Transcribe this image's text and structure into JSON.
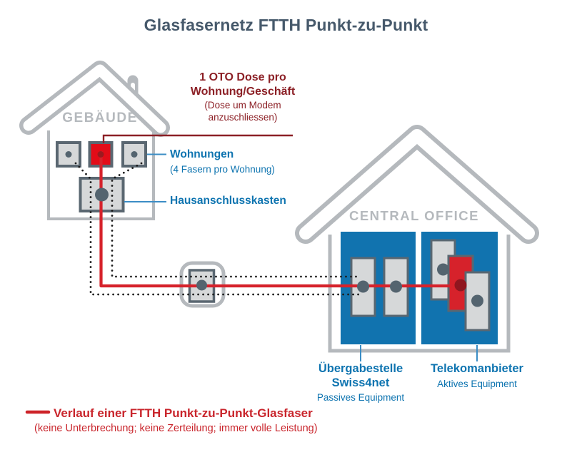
{
  "title": "Glasfasernetz FTTH Punkt-zu-Punkt",
  "building": {
    "name": "GEBÄUDE"
  },
  "oto_note": {
    "title_line1": "1 OTO Dose pro",
    "title_line2": "Wohnung/Geschäft",
    "note_line1": "(Dose um Modem",
    "note_line2": "anzuschliessen)"
  },
  "labels": {
    "wohnungen": {
      "title": "Wohnungen",
      "subtitle": "(4 Fasern pro Wohnung)"
    },
    "hausanschlusskasten": {
      "title": "Hausanschlusskasten"
    }
  },
  "central_office": {
    "name": "CENTRAL OFFICE",
    "handover": {
      "title_line1": "Übergabestelle",
      "title_line2": "Swiss4net",
      "subtitle": "Passives Equipment"
    },
    "provider": {
      "title": "Telekomanbieter",
      "subtitle": "Aktives Equipment"
    }
  },
  "legend": {
    "title": "Verlauf einer FTTH Punkt-zu-Punkt-Glasfaser",
    "subtitle": "(keine Unterbrechung; keine Zerteilung; immer volle Leistung)"
  },
  "colors": {
    "title_text": "#46596b",
    "house_outline": "#b5b9bd",
    "blue_text": "#0e74b0",
    "panel_blue": "#1173af",
    "fiber_red": "#d6222b",
    "oto_red_fill": "#e30c18",
    "dark_red_annotation": "#8c2026",
    "box_border": "#5a6771",
    "box_fill": "#d6d8d9",
    "dot_gray": "#54646f",
    "fiber_dots_black": "#1c1c1c"
  }
}
